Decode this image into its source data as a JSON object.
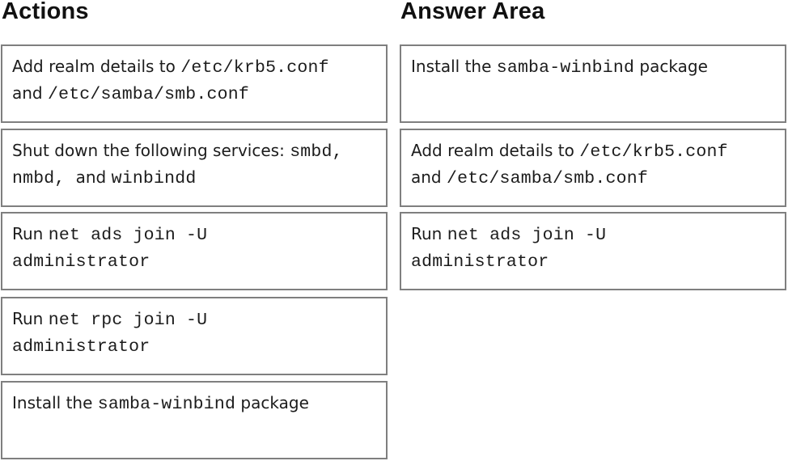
{
  "headings": {
    "actions": "Actions",
    "answer_area": "Answer Area"
  },
  "actions": [
    {
      "line1": [
        {
          "t": "txt",
          "v": "Add realm details to "
        },
        {
          "t": "code",
          "v": "/etc/krb5.conf"
        }
      ],
      "line2": [
        {
          "t": "txt",
          "v": "and "
        },
        {
          "t": "code",
          "v": "/etc/samba/smb.conf"
        }
      ]
    },
    {
      "line1": [
        {
          "t": "txt",
          "v": "Shut down the following services: "
        },
        {
          "t": "code",
          "v": "smbd,"
        }
      ],
      "line2": [
        {
          "t": "code",
          "v": "nmbd, "
        },
        {
          "t": "txt",
          "v": "and "
        },
        {
          "t": "code",
          "v": "winbindd"
        }
      ]
    },
    {
      "line1": [
        {
          "t": "txt",
          "v": "Run "
        },
        {
          "t": "code",
          "v": "net ads join -U"
        }
      ],
      "line2": [
        {
          "t": "code",
          "v": "administrator"
        }
      ]
    },
    {
      "line1": [
        {
          "t": "txt",
          "v": "Run "
        },
        {
          "t": "code",
          "v": "net rpc join -U"
        }
      ],
      "line2": [
        {
          "t": "code",
          "v": "administrator"
        }
      ]
    },
    {
      "line1": [
        {
          "t": "txt",
          "v": "Install the "
        },
        {
          "t": "code",
          "v": "samba-winbind"
        },
        {
          "t": "txt",
          "v": " package"
        }
      ],
      "line2": []
    }
  ],
  "answer_area": [
    {
      "line1": [
        {
          "t": "txt",
          "v": "Install the "
        },
        {
          "t": "code",
          "v": "samba-winbind"
        },
        {
          "t": "txt",
          "v": " package"
        }
      ],
      "line2": []
    },
    {
      "line1": [
        {
          "t": "txt",
          "v": "Add realm details to "
        },
        {
          "t": "code",
          "v": "/etc/krb5.conf"
        }
      ],
      "line2": [
        {
          "t": "txt",
          "v": "and "
        },
        {
          "t": "code",
          "v": "/etc/samba/smb.conf"
        }
      ]
    },
    {
      "line1": [
        {
          "t": "txt",
          "v": "Run "
        },
        {
          "t": "code",
          "v": "net ads join -U"
        }
      ],
      "line2": [
        {
          "t": "code",
          "v": "administrator"
        }
      ]
    }
  ]
}
